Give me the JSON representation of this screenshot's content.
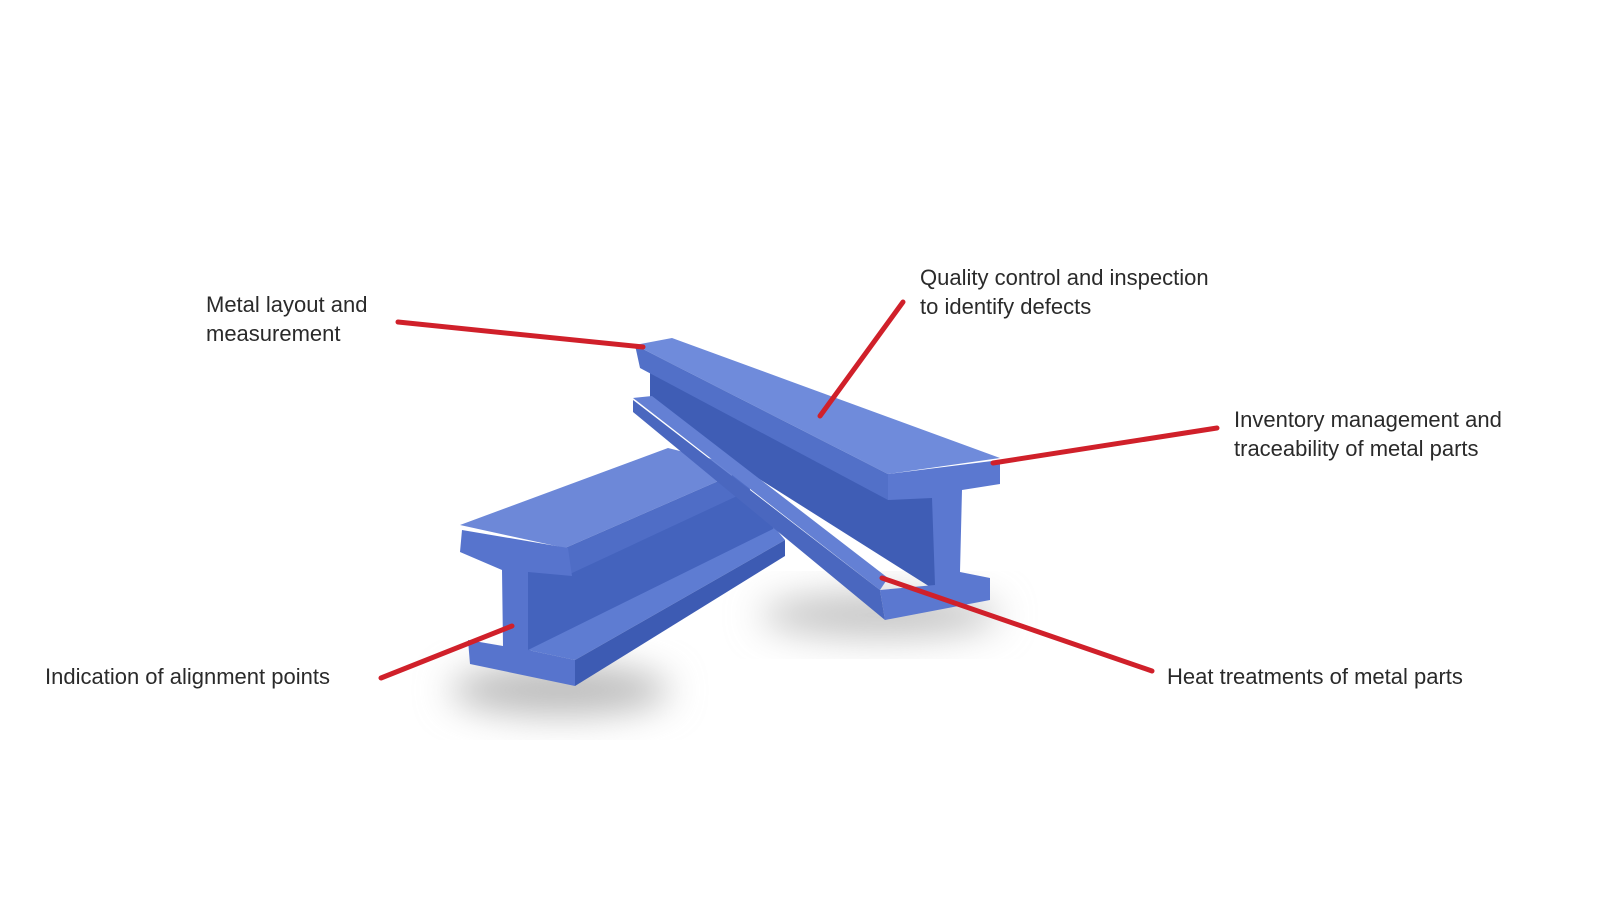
{
  "colors": {
    "beam": "#5b78d0",
    "leader": "#d0202a",
    "text": "#2a2a2a"
  },
  "labels": [
    {
      "id": "layout",
      "lines": [
        "Metal layout and",
        "measurement"
      ]
    },
    {
      "id": "quality",
      "lines": [
        "Quality control and inspection",
        "to identify defects"
      ]
    },
    {
      "id": "inventory",
      "lines": [
        "Inventory management and",
        "traceability of metal parts"
      ]
    },
    {
      "id": "heat",
      "lines": [
        "Heat treatments of metal parts"
      ]
    },
    {
      "id": "alignment",
      "lines": [
        "Indication of alignment points"
      ]
    }
  ]
}
